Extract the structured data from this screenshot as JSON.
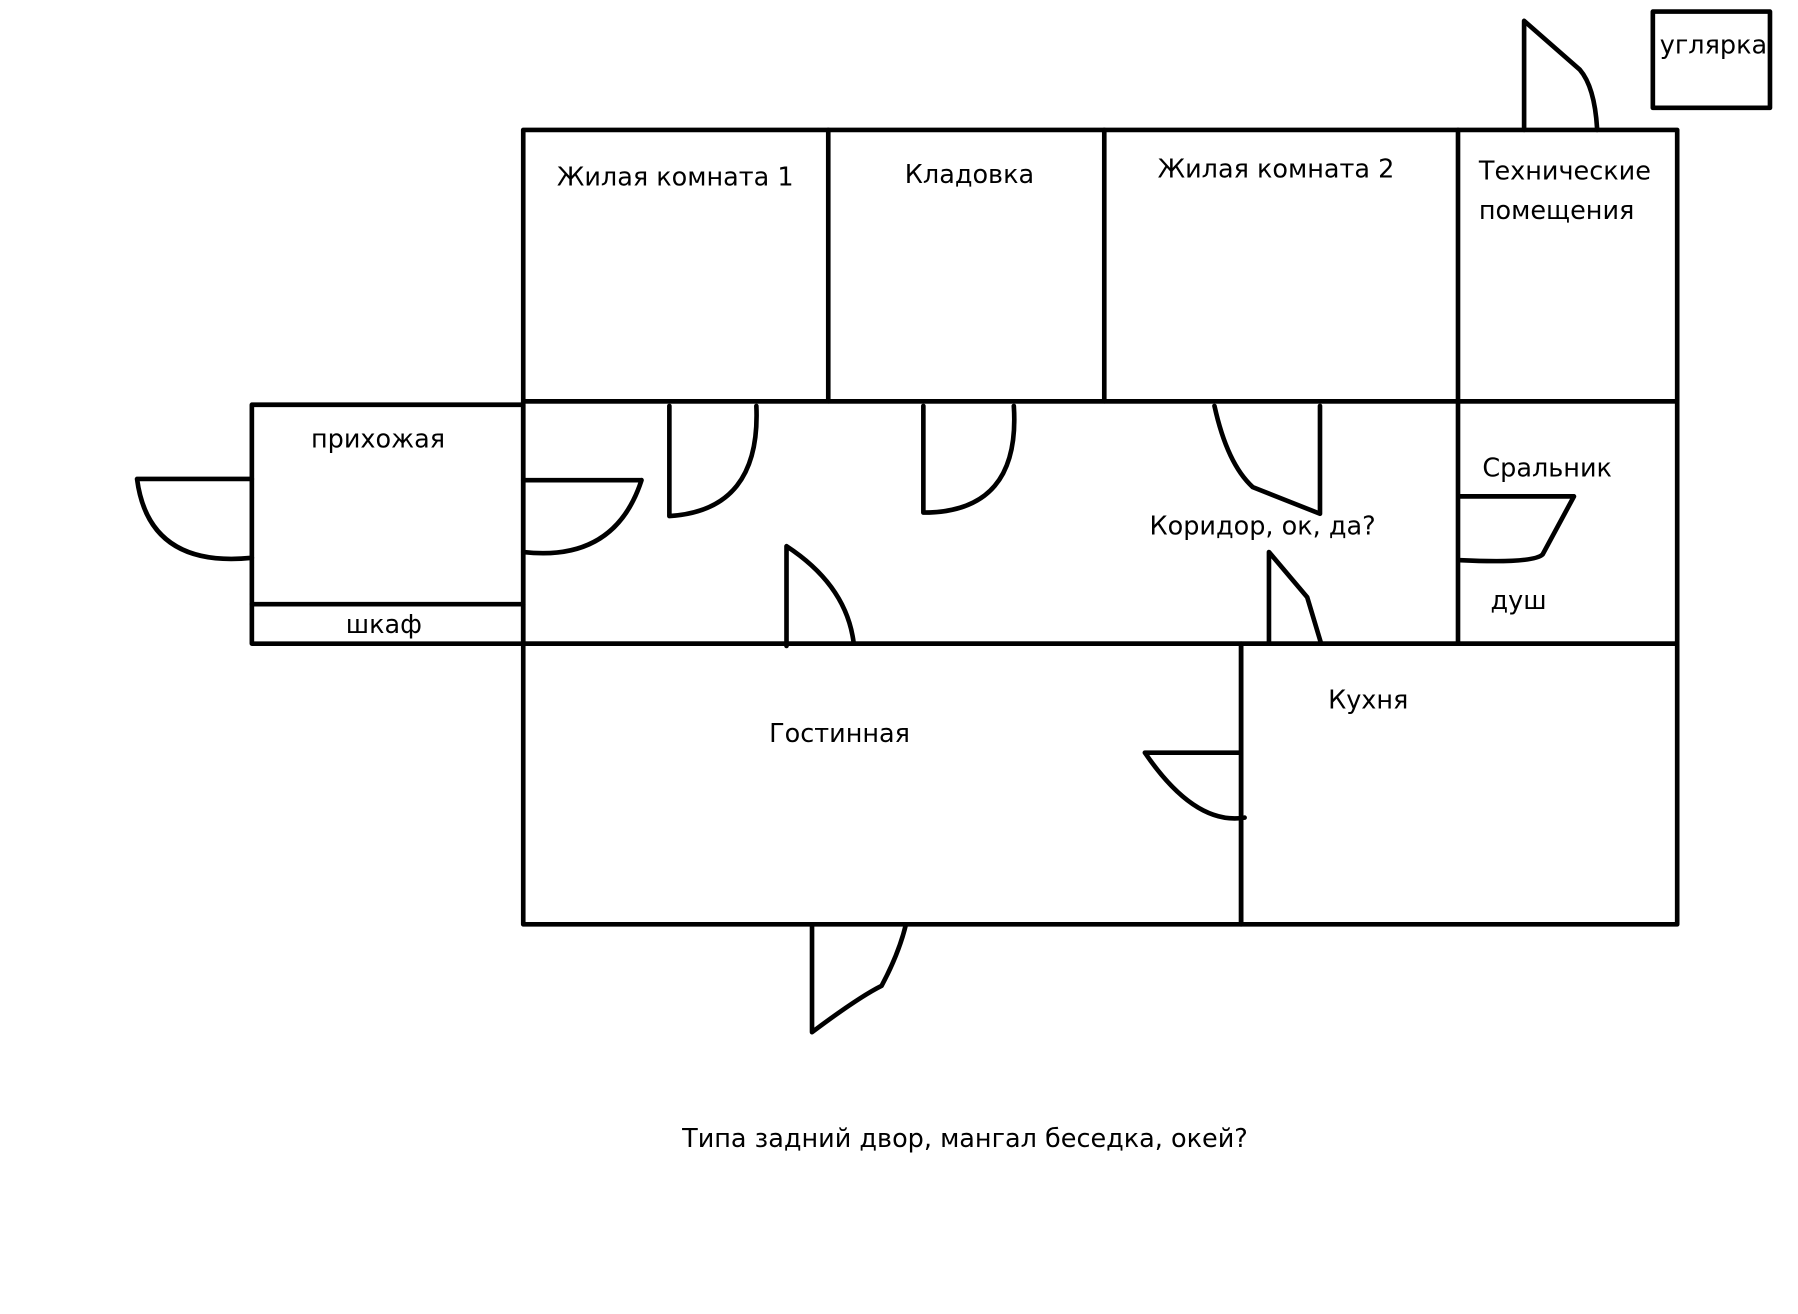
{
  "labels": {
    "living_room_1": "Жилая комната 1",
    "storage": "Кладовка",
    "living_room_2": "Жилая комната 2",
    "technical_1": "Технические",
    "technical_2": "помещения",
    "coal_shed": "углярка",
    "hallway": "прихожая",
    "wardrobe": "шкаф",
    "corridor": "Коридор, ок, да?",
    "toilet": "Сральник",
    "shower": "душ",
    "living_room": "Гостинная",
    "kitchen": "Кухня",
    "backyard": "Типа задний двор, мангал беседка, окей?"
  }
}
